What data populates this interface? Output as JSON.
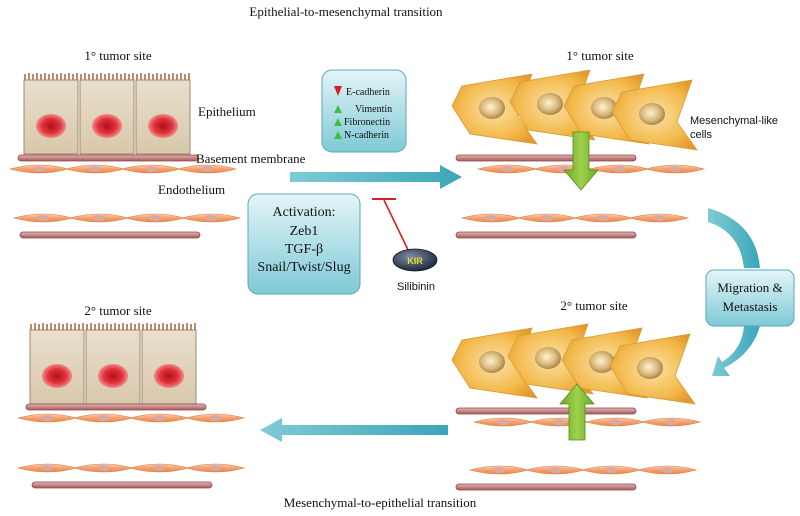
{
  "titles": {
    "top": "Epithelial-to-mesenchymal transition",
    "bottom": "Mesenchymal-to-epithelial transition"
  },
  "sites": {
    "primary_left": "1° tumor site",
    "primary_right": "1° tumor site",
    "secondary_right": "2° tumor site",
    "secondary_left": "2° tumor site"
  },
  "labels": {
    "epithelium": "Epithelium",
    "basement_membrane": "Basement membrane",
    "endothelium": "Endothelium",
    "mesenchymal_line1": "Mesenchymal-like",
    "mesenchymal_line2": "cells",
    "silibinin": "Silibinin",
    "drug_badge": "KIR"
  },
  "markers": {
    "down": [
      {
        "label": "E-cadherin"
      }
    ],
    "up": [
      {
        "label": "Vimentin"
      },
      {
        "label": "Fibronectin"
      },
      {
        "label": "N-cadherin"
      }
    ]
  },
  "activation": {
    "title": "Activation:",
    "items": [
      "Zeb1",
      "TGF-β",
      "Snail/Twist/Slug"
    ]
  },
  "migration": {
    "line1": "Migration &",
    "line2": "Metastasis"
  },
  "colors": {
    "teal": "#4bb3c4",
    "inhibitor": "#d62020",
    "up_arrow": "#3fbf3f",
    "down_arrow": "#d62020",
    "green_arrow": "#8cc43c",
    "cell_body": "#e8dcc6",
    "nucleus": "#e0323a",
    "mesenchymal": "#f3b84a",
    "endothelial": "#f08c4a",
    "membrane": "#c08080"
  }
}
